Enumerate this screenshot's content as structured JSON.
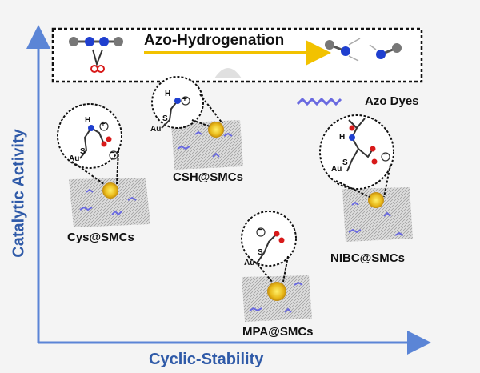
{
  "banner": {
    "title": "Azo-Hydrogenation",
    "arrow_color": "#f2c200"
  },
  "legend": {
    "label": "Azo Dyes",
    "dye_color": "#6a6ae0"
  },
  "axes": {
    "y_label": "Catalytic Activity",
    "x_label": "Cyclic-Stability",
    "color": "#5b85d6"
  },
  "catalysts": [
    {
      "name": "Cys@SMCs",
      "ligand": "cysteine",
      "charges": [
        "+",
        "−"
      ]
    },
    {
      "name": "CSH@SMCs",
      "ligand": "cysteamine",
      "charges": [
        "+"
      ]
    },
    {
      "name": "NIBC@SMCs",
      "ligand": "N-isobutyryl-cysteine",
      "charges": [
        "−"
      ]
    },
    {
      "name": "MPA@SMCs",
      "ligand": "mercaptopropionic-acid",
      "charges": [
        "−"
      ]
    }
  ],
  "atoms": {
    "gold": "Au",
    "sulfur": "S",
    "hydrogen": "H",
    "oxygen": "O"
  },
  "colors": {
    "nitrogen": "#1f3fcf",
    "carbon": "#555555",
    "oxygen": "#d81a1a",
    "cluster": "#f0c818",
    "surface": "#c8c8c8"
  }
}
